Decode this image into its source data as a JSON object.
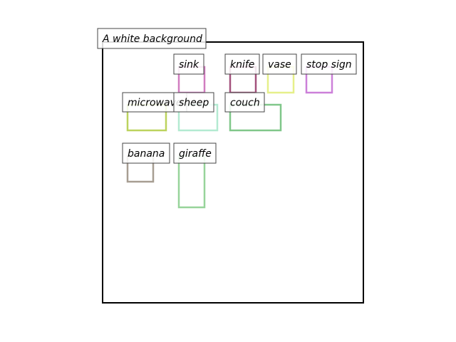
{
  "canvas": {
    "caption": "A white background",
    "border_color": "#000000"
  },
  "objects": [
    {
      "label": "sink",
      "color": "#d17dc0"
    },
    {
      "label": "knife",
      "color": "#a3527d"
    },
    {
      "label": "vase",
      "color": "#e6f08a"
    },
    {
      "label": "stop sign",
      "color": "#cc80d9"
    },
    {
      "label": "microwave",
      "color": "#bcd35e"
    },
    {
      "label": "sheep",
      "color": "#b3ead1"
    },
    {
      "label": "couch",
      "color": "#80c78a"
    },
    {
      "label": "banana",
      "color": "#a79e92"
    },
    {
      "label": "giraffe",
      "color": "#97d49a"
    }
  ]
}
